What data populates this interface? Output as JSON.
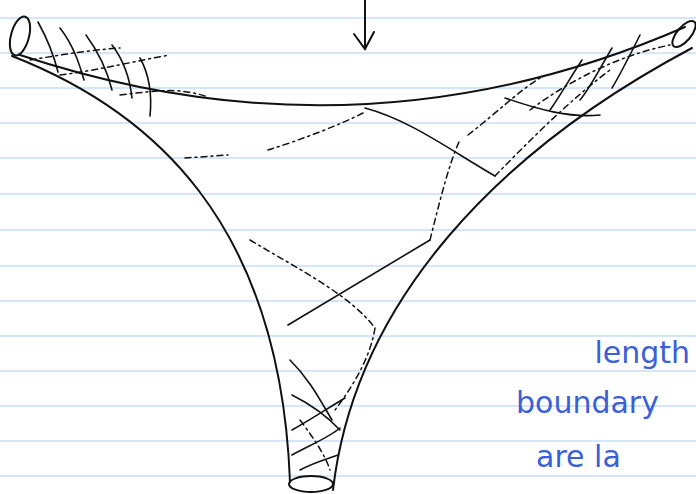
{
  "diagram": {
    "labels": [
      "length",
      "boundary",
      "are la"
    ]
  }
}
